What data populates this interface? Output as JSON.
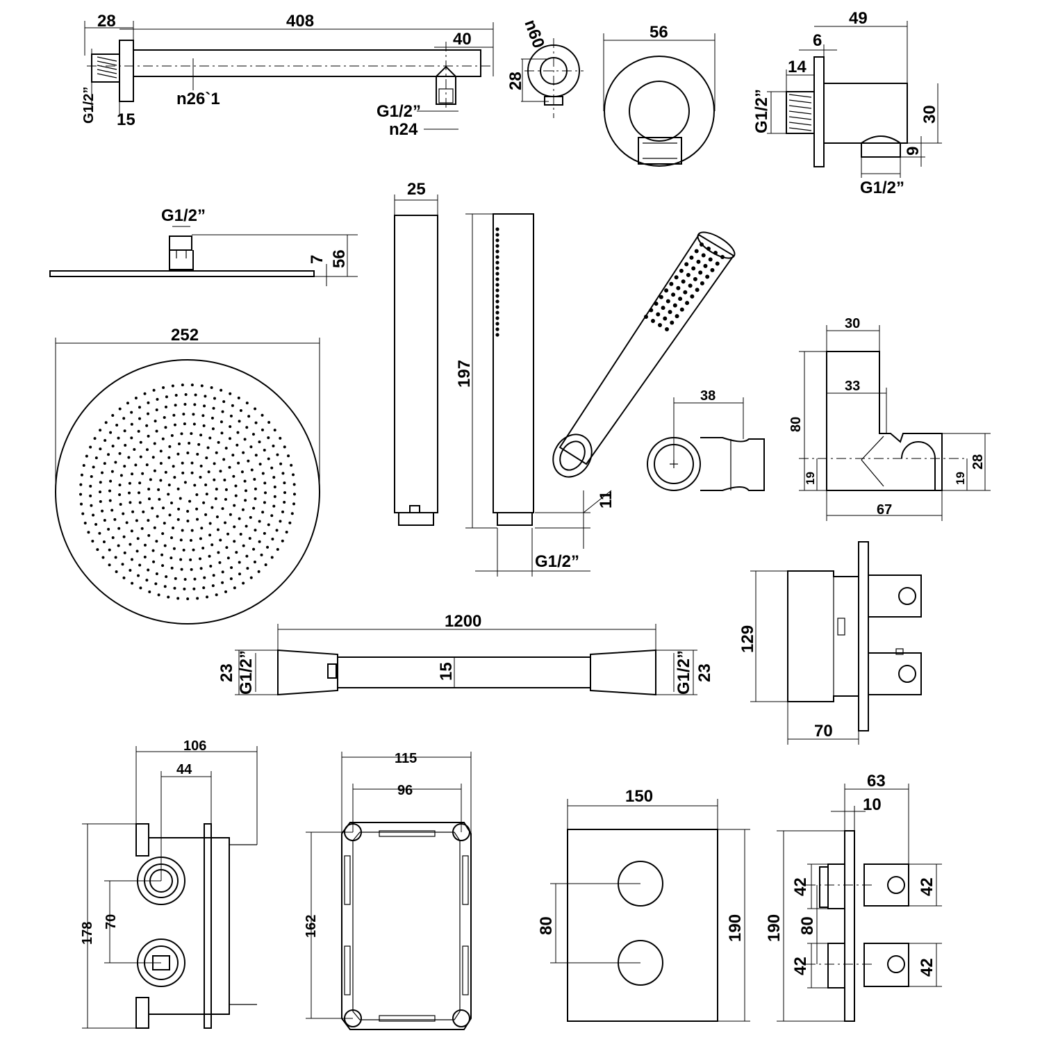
{
  "colors": {
    "line": "#000000",
    "background": "#ffffff"
  },
  "shower_arm": {
    "d_28": "28",
    "d_408": "408",
    "d_40": "40",
    "d_15": "15",
    "d_n26": "n26`1",
    "thread_wall": "G1/2”",
    "thread_outlet": "G1/2”",
    "d_n24": "n24"
  },
  "wall_outlet_front": {
    "d_n60": "n60",
    "d_28": "28"
  },
  "wall_elbow": {
    "d_56": "56"
  },
  "wall_elbow_side": {
    "d_49": "49",
    "d_6": "6",
    "d_14": "14",
    "thread_in": "G1/2”",
    "d_30": "30",
    "d_9": "9",
    "thread_out": "G1/2”"
  },
  "rain_head_side": {
    "thread": "G1/2”",
    "d_7": "7",
    "d_56": "56"
  },
  "rain_head_top": {
    "d_252": "252"
  },
  "hand_shower": {
    "d_25": "25",
    "d_197": "197",
    "d_11": "11",
    "thread": "G1/2”"
  },
  "holder_front": {
    "d_38": "38"
  },
  "holder_side": {
    "d_30": "30",
    "d_33": "33",
    "d_80": "80",
    "d_19_left": "19",
    "d_19_right": "19",
    "d_28": "28",
    "d_67": "67"
  },
  "hose": {
    "d_1200": "1200",
    "d_23_left": "23",
    "thread_left": "G1/2”",
    "d_15": "15",
    "thread_right": "G1/2”",
    "d_23_right": "23"
  },
  "valve_side": {
    "d_129": "129",
    "d_70": "70"
  },
  "box_side": {
    "d_106": "106",
    "d_44": "44",
    "d_178": "178",
    "d_70": "70"
  },
  "box_front": {
    "d_115": "115",
    "d_96": "96",
    "d_162": "162"
  },
  "trim_plate": {
    "d_150": "150",
    "d_80": "80",
    "d_190": "190"
  },
  "trim_side": {
    "d_63": "63",
    "d_10": "10",
    "d_190": "190",
    "d_42_a": "42",
    "d_80": "80",
    "d_42_b": "42",
    "d_42_c": "42",
    "d_42_d": "42"
  }
}
